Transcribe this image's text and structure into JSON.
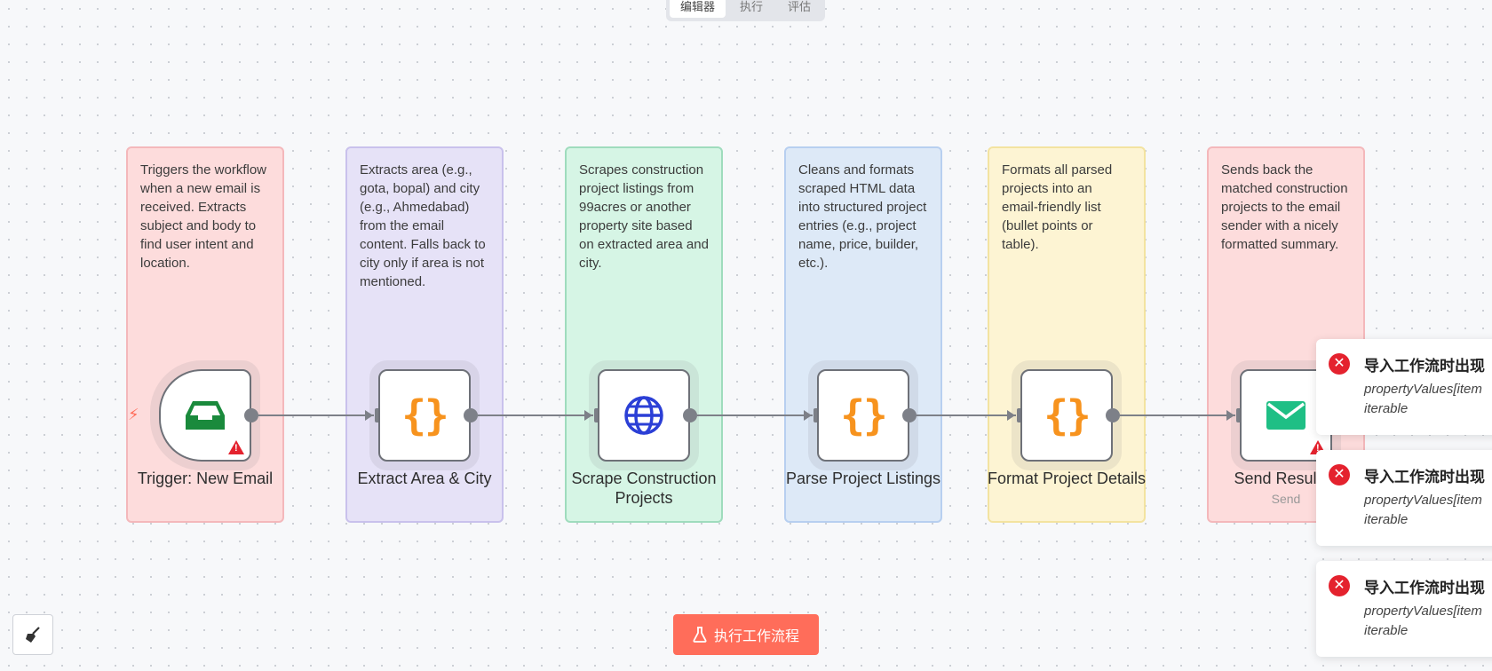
{
  "tabs": [
    {
      "label": "编辑器",
      "active": true
    },
    {
      "label": "执行",
      "active": false
    },
    {
      "label": "评估",
      "active": false
    }
  ],
  "stickies": [
    {
      "text": "Triggers the workflow when a new email is received. Extracts subject and body to find user intent and location.",
      "color": "#fddcdc",
      "border": "#f4b8bb"
    },
    {
      "text": "Extracts area (e.g., gota, bopal) and city (e.g., Ahmedabad) from the email content. Falls back to city only if area is not mentioned.",
      "color": "#e6e2f7",
      "border": "#c9c1ec"
    },
    {
      "text": "Scrapes construction project listings from 99acres or another property site based on extracted area and city.",
      "color": "#d6f5e5",
      "border": "#9fdcbd"
    },
    {
      "text": "Cleans and formats scraped HTML data into structured project entries (e.g., project name, price, builder, etc.).",
      "color": "#dde9f7",
      "border": "#b7cff0"
    },
    {
      "text": "Formats all parsed projects into an email-friendly list (bullet points or table).",
      "color": "#fdf4d3",
      "border": "#f3e3a0"
    },
    {
      "text": "Sends back the matched construction projects to the email sender with a nicely formatted summary.",
      "color": "#fddcdc",
      "border": "#f4b8bb"
    }
  ],
  "nodes": [
    {
      "label": "Trigger: New Email",
      "icon": "inbox-icon",
      "warning": true
    },
    {
      "label": "Extract Area & City",
      "icon": "code-braces-icon",
      "warning": false
    },
    {
      "label": "Scrape Construction Projects",
      "icon": "globe-icon",
      "warning": false
    },
    {
      "label": "Parse Project Listings",
      "icon": "code-braces-icon",
      "warning": false
    },
    {
      "label": "Format Project Details",
      "icon": "code-braces-icon",
      "warning": false
    },
    {
      "label": "Send Results t",
      "sublabel": "Send",
      "icon": "mail-icon",
      "warning": true
    }
  ],
  "braces_glyph": "{}",
  "toasts": [
    {
      "title": "导入工作流时出现",
      "line1": "propertyValues[item",
      "line2": "iterable"
    },
    {
      "title": "导入工作流时出现",
      "line1": "propertyValues[item",
      "line2": "iterable"
    },
    {
      "title": "导入工作流时出现",
      "line1": "propertyValues[item",
      "line2": "iterable"
    }
  ],
  "execute_button": {
    "label": "执行工作流程"
  },
  "colors": {
    "accent": "#ff6d5a",
    "error": "#e4222e",
    "node_border": "#6e7178"
  }
}
